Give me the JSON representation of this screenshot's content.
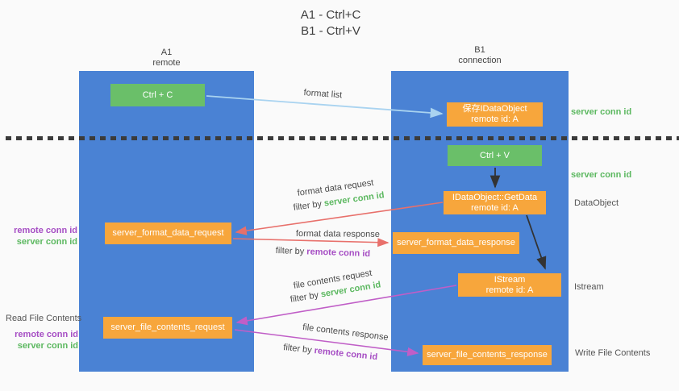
{
  "title": {
    "line1": "A1 - Ctrl+C",
    "line2": "B1 - Ctrl+V"
  },
  "lanes": {
    "left": {
      "name": "A1",
      "role": "remote"
    },
    "right": {
      "name": "B1",
      "role": "connection"
    }
  },
  "nodes": {
    "ctrl_c": {
      "label": "Ctrl + C"
    },
    "save_dataobject": {
      "line1": "保存IDataObject",
      "line2": "remote id: A"
    },
    "ctrl_v": {
      "label": "Ctrl + V"
    },
    "getdata": {
      "line1": "IDataObject::GetData",
      "line2": "remote id: A"
    },
    "format_request": {
      "label": "server_format_data_request"
    },
    "format_response": {
      "label": "server_format_data_response"
    },
    "istream": {
      "line1": "IStream",
      "line2": "remote id: A"
    },
    "file_request": {
      "label": "server_file_contents_request"
    },
    "file_response": {
      "label": "server_file_contents_response"
    }
  },
  "edge_labels": {
    "format_list": "format list",
    "format_data_request": {
      "title": "format data request",
      "filter_prefix": "filter by ",
      "filter_value": "server conn id"
    },
    "format_data_response": {
      "title": "format data response",
      "filter_prefix": "filter by ",
      "filter_value": "remote conn id"
    },
    "file_contents_request": {
      "title": "file contents request",
      "filter_prefix": "filter by ",
      "filter_value": "server conn id"
    },
    "file_contents_response": {
      "title": "file contents response",
      "filter_prefix": "filter by ",
      "filter_value": "remote conn id"
    }
  },
  "left_annotations": {
    "format_ids": {
      "remote": "remote conn id",
      "server": "server conn id"
    },
    "read_file": "Read File Contents",
    "file_ids": {
      "remote": "remote conn id",
      "server": "server conn id"
    }
  },
  "right_annotations": {
    "server_conn_top": "server conn id",
    "server_conn_mid": "server conn id",
    "dataobject": "DataObject",
    "istream": "Istream",
    "write_file": "Write File Contents"
  },
  "colors": {
    "lane_blue": "#4a82d4",
    "box_green": "#6abf69",
    "box_orange": "#f7a63c",
    "text_green": "#5cb860",
    "text_purple": "#a64ec4",
    "arrow_red": "#e8706b",
    "arrow_magenta": "#c05ec7",
    "arrow_blue": "#a9d3f0",
    "arrow_black": "#333333",
    "background": "#fafafa"
  }
}
